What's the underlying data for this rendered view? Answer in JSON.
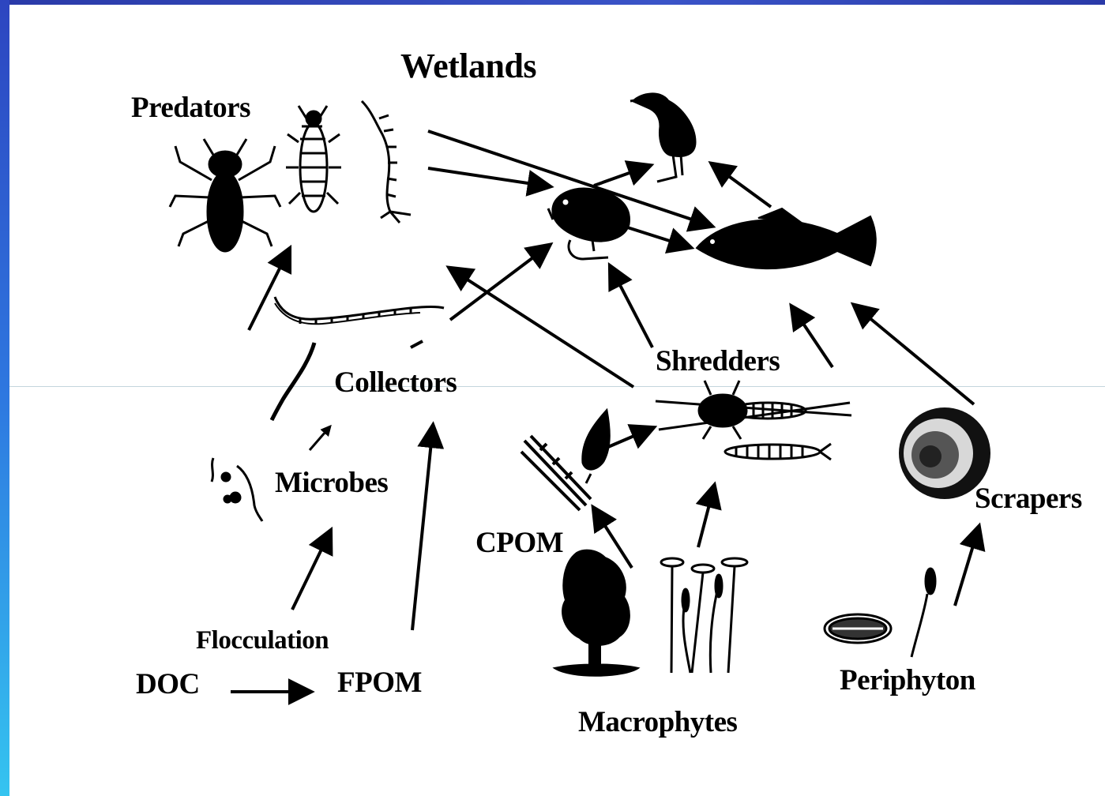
{
  "diagram": {
    "title": "Wetlands",
    "labels": {
      "predators": "Predators",
      "collectors": "Collectors",
      "shredders": "Shredders",
      "microbes": "Microbes",
      "scrapers": "Scrapers",
      "cpom": "CPOM",
      "flocculation": "Flocculation",
      "doc": "DOC",
      "fpom": "FPOM",
      "macrophytes": "Macrophytes",
      "periphyton": "Periphyton"
    },
    "organisms": [
      "dragonfly-nymph-icon",
      "stonefly-nymph-icon",
      "larva-icon",
      "heron-icon",
      "frog-icon",
      "fish-icon",
      "worm-icon",
      "mayfly-nymph-icon",
      "snail-icon",
      "leaf-icon",
      "tree-icon",
      "pond-plant-icon",
      "diatom-icon"
    ],
    "colors": {
      "ink": "#000000",
      "frame": "#2e5fd6",
      "background": "#ffffff"
    }
  }
}
